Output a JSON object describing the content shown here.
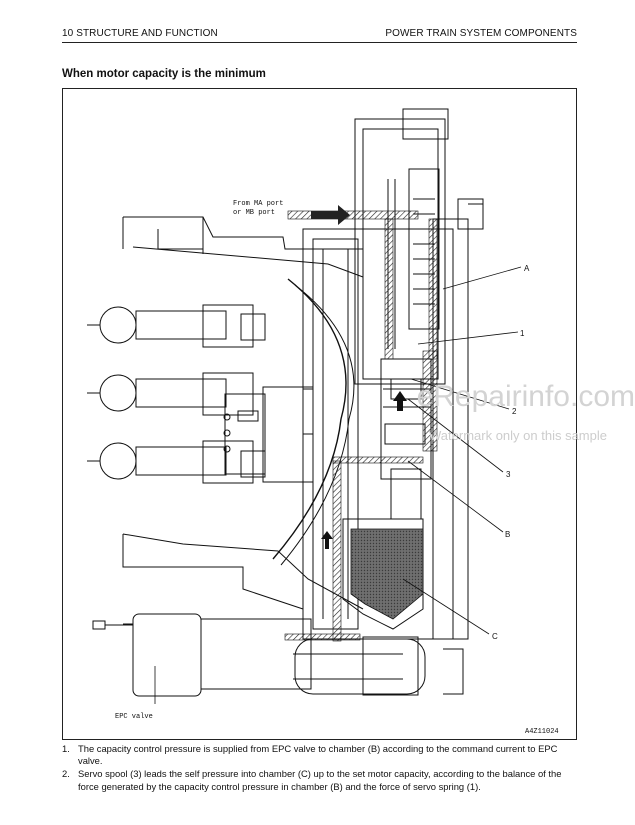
{
  "header": {
    "left": "10 STRUCTURE AND FUNCTION",
    "right": "POWER TRAIN SYSTEM COMPONENTS"
  },
  "section_title": "When motor capacity is the minimum",
  "figure": {
    "from_port_line1": "From MA port",
    "from_port_line2": "or MB port",
    "callouts": {
      "a": "A",
      "one": "1",
      "two": "2",
      "three": "3",
      "b": "B",
      "c": "C"
    },
    "epc_label": "EPC valve",
    "figure_code": "A4Z11024"
  },
  "watermark": {
    "main": "eRepairinfo.com",
    "sub": "Watermark only on this sample"
  },
  "steps": [
    {
      "num": "1.",
      "text": "The capacity control pressure is supplied from EPC valve to chamber (B) according to the command current to EPC valve."
    },
    {
      "num": "2.",
      "text": "Servo spool (3) leads the self pressure into chamber (C) up to the set motor capacity, according to the balance of the force generated by the capacity control pressure in chamber (B) and the force of servo spring (1)."
    }
  ]
}
